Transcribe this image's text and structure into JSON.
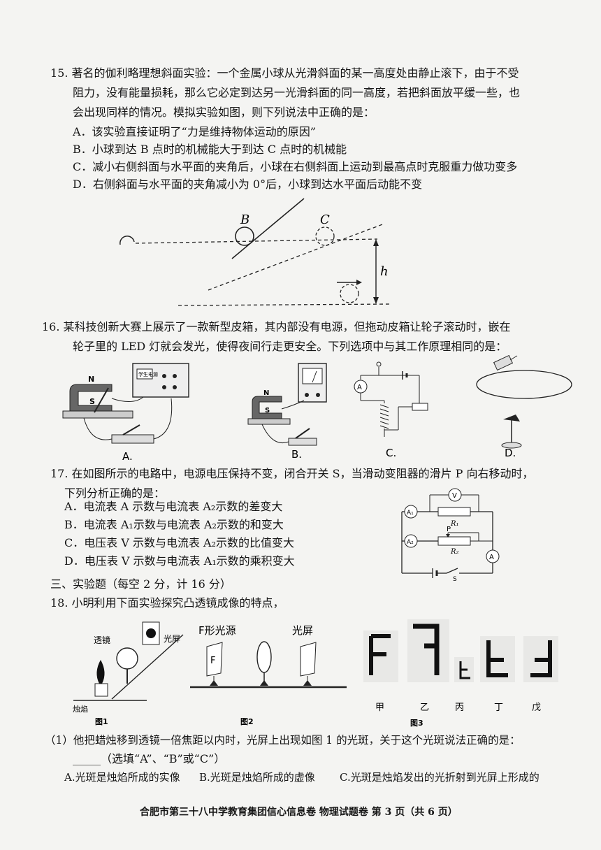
{
  "q15": {
    "stem_line1": "15. 著名的伽利略理想斜面实验：一个金属小球从光滑斜面的某一高度处由静止滚下，由于不受",
    "stem_line2": "阻力，没有能量损耗，那么它必定到达另一光滑斜面的同一高度，若把斜面放平缓一些，也",
    "stem_line3": "会出现同样的情况。模拟实验如图，则下列说法中正确的是：",
    "option_a": "A．该实验直接证明了“力是维持物体运动的原因”",
    "option_b": "B．小球到达 B 点时的机械能大于到达 C 点时的机械能",
    "option_c": "C．减小右侧斜面与水平面的夹角后，小球在右侧斜面上运动到最高点时克服重力做功变多",
    "option_d": "D．右侧斜面与水平面的夹角减小为 0°后，小球到达水平面后动能不变",
    "fig_label_b": "B",
    "fig_label_c": "C",
    "fig_label_h": "h"
  },
  "q16": {
    "stem_line1": "16. 某科技创新大赛上展示了一款新型皮箱，其内部没有电源，但拖动皮箱让轮子滚动时，嵌在",
    "stem_line2": "轮子里的 LED 灯就会发光，使得夜间行走更安全。下列选项中与其工作原理相同的是：",
    "label_a": "A.",
    "label_b": "B.",
    "label_c": "C.",
    "label_d": "D.",
    "magnet_n": "N",
    "magnet_s": "S",
    "device_text": "学生电源"
  },
  "q17": {
    "stem_line1": "17. 在如图所示的电路中，电源电压保持不变，闭合开关 S，当滑动变阻器的滑片 P 向右移动时，",
    "stem_line2": "下列分析正确的是：",
    "option_a": "A．电流表 A 示数与电流表 A₂示数的差变大",
    "option_b": "B．电流表 A₁示数与电流表 A₂示数的和变大",
    "option_c": "C．电压表 V 示数与电流表 A₂示数的比值变大",
    "option_d": "D．电压表 V 示数与电流表 A₁示数的乘积变大",
    "circuit": {
      "v": "V",
      "a1": "A₁",
      "a2": "A₂",
      "a": "A",
      "r1": "R₁",
      "r2": "R₂",
      "p": "P",
      "s": "S"
    }
  },
  "section3": {
    "heading": "三、实验题（每空 2 分，计 16 分）"
  },
  "q18": {
    "stem": "18. 小明利用下面实验探究凸透镜成像的特点，",
    "fig1": {
      "lens": "透镜",
      "screen": "光屏",
      "candle": "烛焰",
      "caption": "图1"
    },
    "fig2": {
      "source": "F形光源",
      "screen": "光屏",
      "caption": "图2",
      "letter": "F"
    },
    "fig3": {
      "caption": "图3",
      "names": [
        "甲",
        "乙",
        "丙",
        "丁",
        "戊"
      ]
    },
    "part1_line1": "（1）他把蜡烛移到透镜一倍焦距以内时，光屏上出现如图 1 的光斑，关于这个光斑说法正确的是：",
    "part1_line2": "_____（选填“A”、“B”或“C”）",
    "choice_a": "A.光斑是烛焰所成的实像",
    "choice_b": "B.光斑是烛焰所成的虚像",
    "choice_c": "C.光斑是烛焰发出的光折射到光屏上形成的"
  },
  "footer": {
    "text": "合肥市第三十八中学教育集团信心信息卷 物理试题卷  第 3 页（共 6 页）"
  }
}
